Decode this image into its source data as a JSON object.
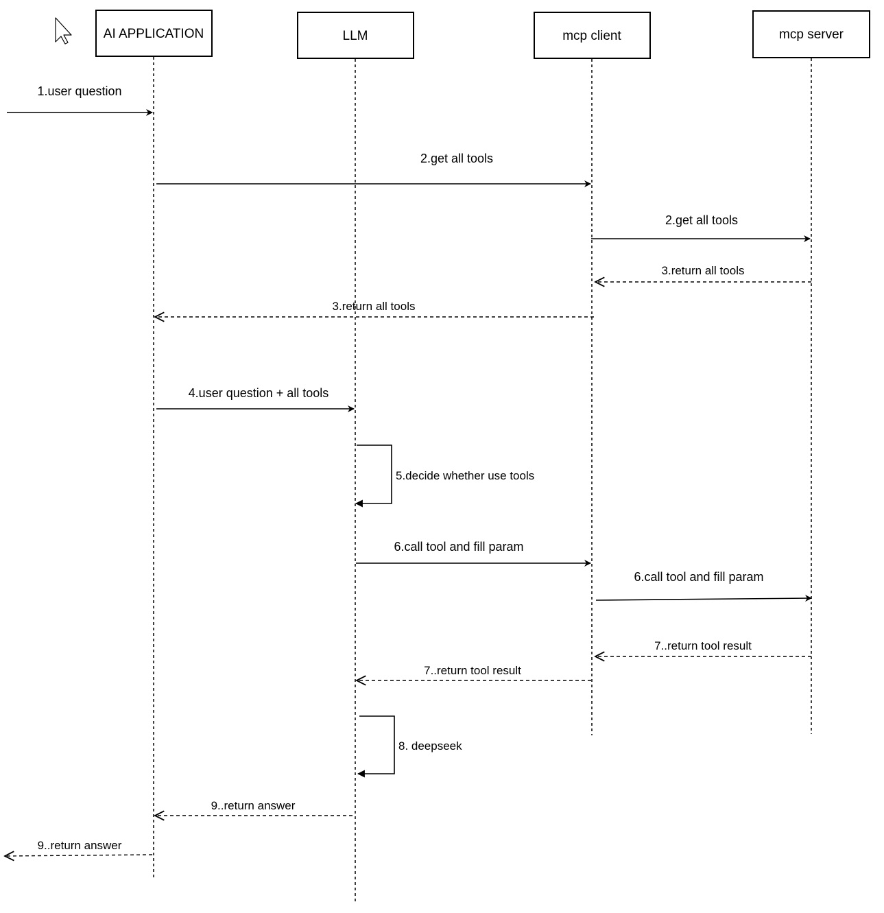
{
  "participants": [
    {
      "id": "app",
      "label": "AI APPLICATION"
    },
    {
      "id": "llm",
      "label": "LLM"
    },
    {
      "id": "client",
      "label": "mcp client"
    },
    {
      "id": "server",
      "label": "mcp server"
    }
  ],
  "messages": [
    {
      "label": "1.user question",
      "from": "external",
      "to": "app",
      "style": "solid"
    },
    {
      "label": "2.get all tools",
      "from": "app",
      "to": "client",
      "style": "solid"
    },
    {
      "label": "2.get all tools",
      "from": "client",
      "to": "server",
      "style": "solid"
    },
    {
      "label": "3.return all tools",
      "from": "server",
      "to": "client",
      "style": "dashed"
    },
    {
      "label": "3.return all tools",
      "from": "client",
      "to": "app",
      "style": "dashed"
    },
    {
      "label": "4.user question + all tools",
      "from": "app",
      "to": "llm",
      "style": "solid"
    },
    {
      "label": "5.decide whether use tools",
      "from": "llm",
      "to": "llm",
      "style": "self"
    },
    {
      "label": "6.call tool and fill param",
      "from": "llm",
      "to": "client",
      "style": "solid"
    },
    {
      "label": "6.call tool and fill param",
      "from": "client",
      "to": "server",
      "style": "solid"
    },
    {
      "label": "7..return  tool result",
      "from": "server",
      "to": "client",
      "style": "dashed"
    },
    {
      "label": "7..return  tool result",
      "from": "client",
      "to": "llm",
      "style": "dashed"
    },
    {
      "label": "8. deepseek",
      "from": "llm",
      "to": "llm",
      "style": "self"
    },
    {
      "label": "9..return  answer",
      "from": "llm",
      "to": "app",
      "style": "dashed"
    },
    {
      "label": "9..return  answer",
      "from": "app",
      "to": "external",
      "style": "dashed"
    }
  ]
}
